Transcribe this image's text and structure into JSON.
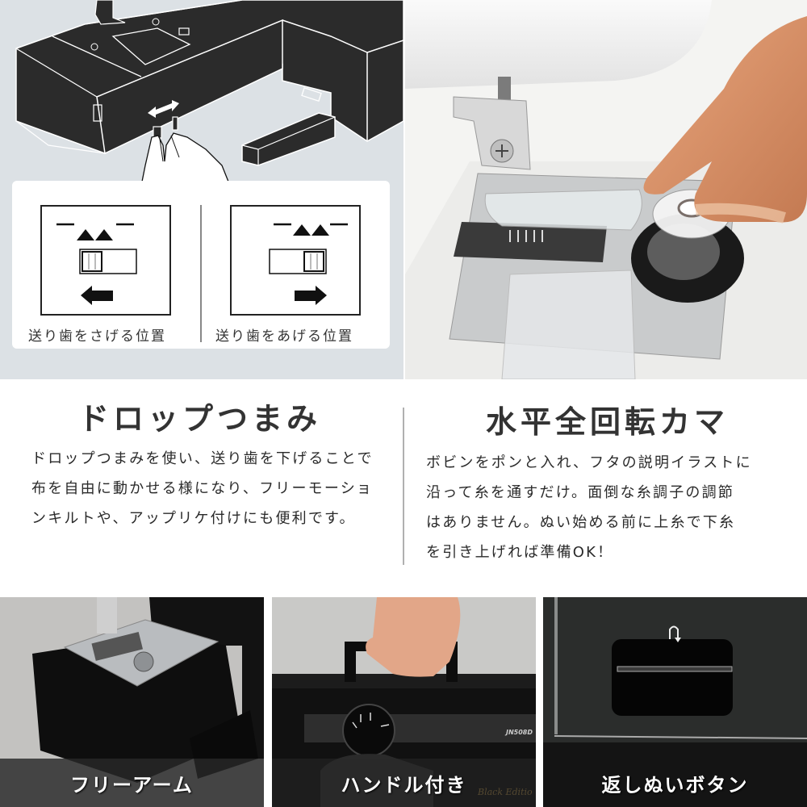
{
  "illustration": {
    "legend": {
      "lowered": {
        "caption": "送り歯をさげる位置",
        "slider_position": "left",
        "arrow": "left"
      },
      "raised": {
        "caption": "送り歯をあげる位置",
        "slider_position": "right",
        "arrow": "right"
      }
    }
  },
  "features": [
    {
      "title": "ドロップつまみ",
      "body_lines": [
        "ドロップつまみを使い、送り歯を下げることで",
        "布を自由に動かせる様になり、フリーモーショ",
        "ンキルトや、アップリケ付けにも便利です。"
      ]
    },
    {
      "title": "水平全回転カマ",
      "body_lines": [
        "ボビンをポンと入れ、フタの説明イラストに",
        "沿って糸を通すだけ。面倒な糸調子の調節",
        "はありません。ぬい始める前に上糸で下糸",
        "を引き上げれば準備OK！"
      ]
    }
  ],
  "bottom_panels": [
    {
      "caption": "フリーアーム"
    },
    {
      "caption": "ハンドル付き",
      "machine_model": "JN508D",
      "edition_script": "Black Editio"
    },
    {
      "caption": "返しぬいボタン"
    }
  ],
  "colors": {
    "illustration_bg": "#dce1e5",
    "machine_black": "#2b2b2b",
    "caption_bar": "#2a2a2a",
    "text": "#2a2a2a",
    "divider": "#b0b0b0"
  }
}
